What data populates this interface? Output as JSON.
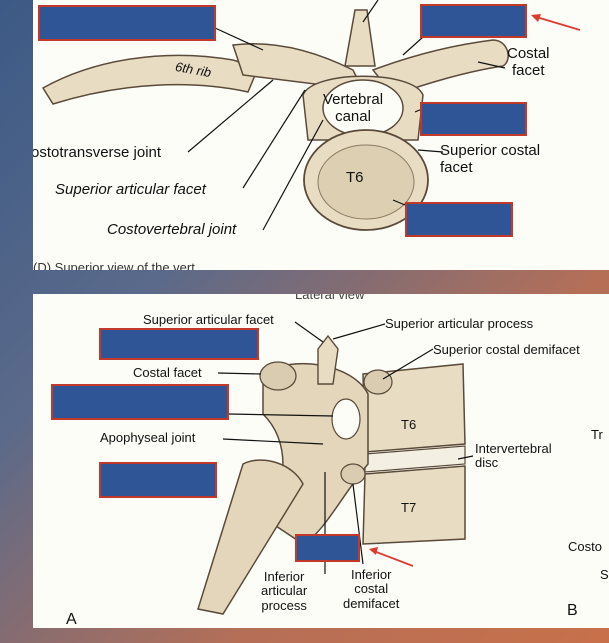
{
  "top_panel": {
    "labels": {
      "rib": "6th rib",
      "costal_facet": "Costal\nfacet",
      "vertebral_canal": "Vertebral\ncanal",
      "costotransverse_joint": "ostotransverse joint",
      "superior_costal_facet": "Superior costal\nfacet",
      "superior_articular_facet": "Superior articular facet",
      "vertebra": "T6",
      "costovertebral_joint": "Costovertebral joint"
    },
    "cut_caption": "                   (D) Superior view of the vert"
  },
  "bottom_panel": {
    "header": "Lateral view",
    "labels": {
      "superior_articular_facet": "Superior articular facet",
      "superior_articular_process": "Superior articular process",
      "superior_costal_demifacet": "Superior costal demifacet",
      "costal_facet": "Costal facet",
      "apophyseal_joint": "Apophyseal joint",
      "t6": "T6",
      "t7": "T7",
      "intervertebral_disc": "Intervertebral\ndisc",
      "inferior_articular_process": "Inferior\narticular\nprocess",
      "inferior_costal_demifacet": "Inferior\ncostal\ndemifacet",
      "letter_a": "A",
      "letter_b": "B",
      "edge_tr": "Tr",
      "edge_costo": "Costo",
      "edge_s": "S"
    }
  },
  "colors": {
    "mask_fill": "#2f5597",
    "mask_border": "#c0392b",
    "arrow": "#e03a2f",
    "bone": "#e8dcc3",
    "bone_line": "#5a4a3a"
  }
}
